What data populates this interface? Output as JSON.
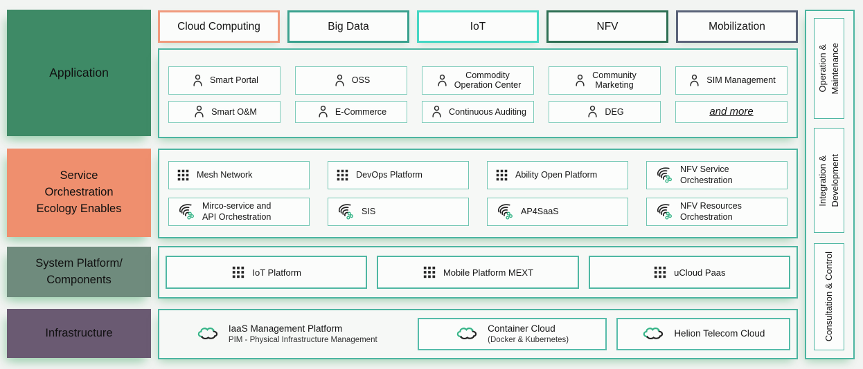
{
  "colors": {
    "application_block": "#3E8A66",
    "service_block": "#EF8F6E",
    "system_block": "#6F8B7D",
    "infrastructure_block": "#6A5A72",
    "tab_cloud_computing_border": "#F09A7D",
    "tab_big_data_border": "#3AA18E",
    "tab_iot_border": "#45D7C4",
    "tab_nfv_border": "#2E6F53",
    "tab_mobilization_border": "#5A6379",
    "panel_border": "#4CB5A1",
    "item_border_light": "#7FCCBB",
    "icon_green": "#35B487",
    "icon_dark": "#222222"
  },
  "layers": [
    {
      "label": "Application"
    },
    {
      "label": "Service\nOrchestration\nEcology Enables"
    },
    {
      "label": "System Platform/\nComponents"
    },
    {
      "label": "Infrastructure"
    }
  ],
  "tabs": [
    {
      "label": "Cloud Computing"
    },
    {
      "label": "Big Data"
    },
    {
      "label": "IoT"
    },
    {
      "label": "NFV"
    },
    {
      "label": "Mobilization"
    }
  ],
  "application": {
    "items": [
      {
        "label": "Smart Portal",
        "icon": "person"
      },
      {
        "label": "OSS",
        "icon": "person"
      },
      {
        "label": "Commodity\nOperation Center",
        "icon": "person"
      },
      {
        "label": "Community\nMarketing",
        "icon": "person"
      },
      {
        "label": "SIM Management",
        "icon": "person"
      },
      {
        "label": "Smart O&M",
        "icon": "person"
      },
      {
        "label": "E-Commerce",
        "icon": "person"
      },
      {
        "label": "Continuous Auditing",
        "icon": "person"
      },
      {
        "label": "DEG",
        "icon": "person"
      },
      {
        "label": "and more",
        "icon": "none"
      }
    ]
  },
  "service": {
    "items": [
      {
        "label": "Mesh Network",
        "icon": "grid"
      },
      {
        "label": "DevOps Platform",
        "icon": "grid"
      },
      {
        "label": "Ability Open Platform",
        "icon": "grid"
      },
      {
        "label": "NFV Service\nOrchestration",
        "icon": "orchestration"
      },
      {
        "label": "Mirco-service and\nAPI Orchestration",
        "icon": "orchestration"
      },
      {
        "label": "SIS",
        "icon": "orchestration"
      },
      {
        "label": "AP4SaaS",
        "icon": "orchestration"
      },
      {
        "label": "NFV Resources\nOrchestration",
        "icon": "orchestration"
      }
    ]
  },
  "system": {
    "items": [
      {
        "label": "IoT Platform",
        "icon": "grid"
      },
      {
        "label": "Mobile Platform MEXT",
        "icon": "grid"
      },
      {
        "label": "uCloud Paas",
        "icon": "grid"
      }
    ]
  },
  "infrastructure": {
    "items": [
      {
        "title": "IaaS Management Platform",
        "subtitle": "PIM - Physical Infrastructure Management",
        "icon": "cloud-sync"
      },
      {
        "title": "Container Cloud",
        "subtitle": "(Docker & Kubernetes)",
        "icon": "cloud-sync"
      },
      {
        "title": "Helion Telecom Cloud",
        "subtitle": "",
        "icon": "cloud-sync"
      }
    ]
  },
  "sidebar": {
    "items": [
      {
        "label": "Operation &\nMaintenance"
      },
      {
        "label": "Integration &\nDevelopment"
      },
      {
        "label": "Consultation & Control"
      }
    ]
  }
}
